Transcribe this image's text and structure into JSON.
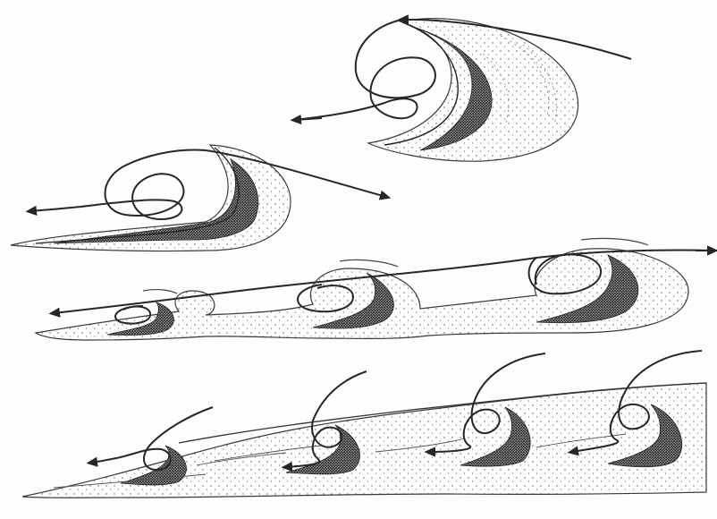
{
  "figure": {
    "panel_count": 4,
    "panels": [
      {
        "name": "isolated-crescent-dune",
        "dune_count": 1
      },
      {
        "name": "elongated-crescent-dune",
        "dune_count": 1
      },
      {
        "name": "chain-of-linked-dunes",
        "dune_count": 3
      },
      {
        "name": "dune-field-with-wind-vortices",
        "dune_count": 4
      }
    ],
    "colors": {
      "ink": "#262626",
      "sand_fill": "#f3f1ec",
      "dark_stipple": "#1e1e1e"
    }
  }
}
